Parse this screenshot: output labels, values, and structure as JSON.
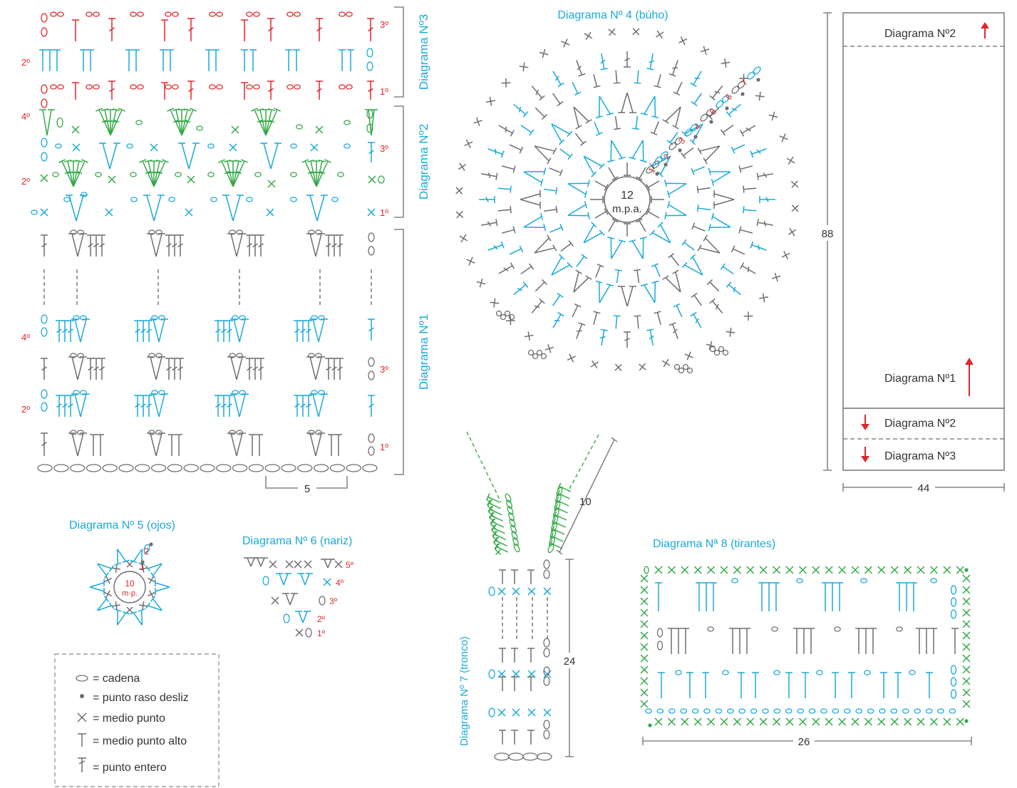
{
  "colors": {
    "red": "#e0262b",
    "blue": "#1aa9d9",
    "gray": "#6d6e71",
    "green": "#35a948",
    "dark": "#444444"
  },
  "diagrams_1_3": {
    "d3_label": "Diagrama Nº3",
    "d2_label": "Diagrama Nº2",
    "d1_label": "Diagrama Nº1",
    "d3_rows": {
      "top": "3º",
      "bottom": "1º",
      "left": "2º"
    },
    "d2_rows": {
      "left_top": "4º",
      "left_bottom": "2º",
      "right_top": "3º",
      "right_bottom": "1º"
    },
    "d1_rows": {
      "left_top": "4º",
      "left_bottom": "2º",
      "right_top": "3º",
      "right_bottom": "1º"
    },
    "repeat_label": "5"
  },
  "diagram4": {
    "title": "Diagrama Nº 4 (búho)",
    "center_line1": "12",
    "center_line2": "m.p.a.",
    "rows": [
      "1",
      "2",
      "3",
      "4",
      "5",
      "6",
      "7"
    ]
  },
  "diagram5": {
    "title": "Diagrama Nº 5 (ojos)",
    "center_line1": "10",
    "center_line2": "m-p.",
    "rows": [
      "1",
      "2"
    ]
  },
  "diagram6": {
    "title": "Diagrama Nº 6 (nariz)",
    "rows": [
      "5º",
      "4º",
      "3º",
      "2º",
      "1º"
    ]
  },
  "diagram7": {
    "title": "Diagrama Nº 7 (tronco)",
    "arm_dim": "10",
    "trunk_dim": "24"
  },
  "diagram8": {
    "title": "Diagrama Nª 8 (tirantes)",
    "width_dim": "26"
  },
  "schematic": {
    "top_label": "Diagrama  Nº2",
    "middle_label": "Diagrama  Nº1",
    "lower_label": "Diagrama  Nº2",
    "bottom_label": "Diagrama  Nº3",
    "height_dim": "88",
    "width_dim": "44"
  },
  "legend": [
    {
      "symbol": "chain",
      "text": "= cadena"
    },
    {
      "symbol": "slip",
      "text": "= punto raso desliz"
    },
    {
      "symbol": "sc",
      "text": "= medio punto"
    },
    {
      "symbol": "hdc",
      "text": "= medio punto alto"
    },
    {
      "symbol": "dc",
      "text": "= punto entero"
    }
  ]
}
